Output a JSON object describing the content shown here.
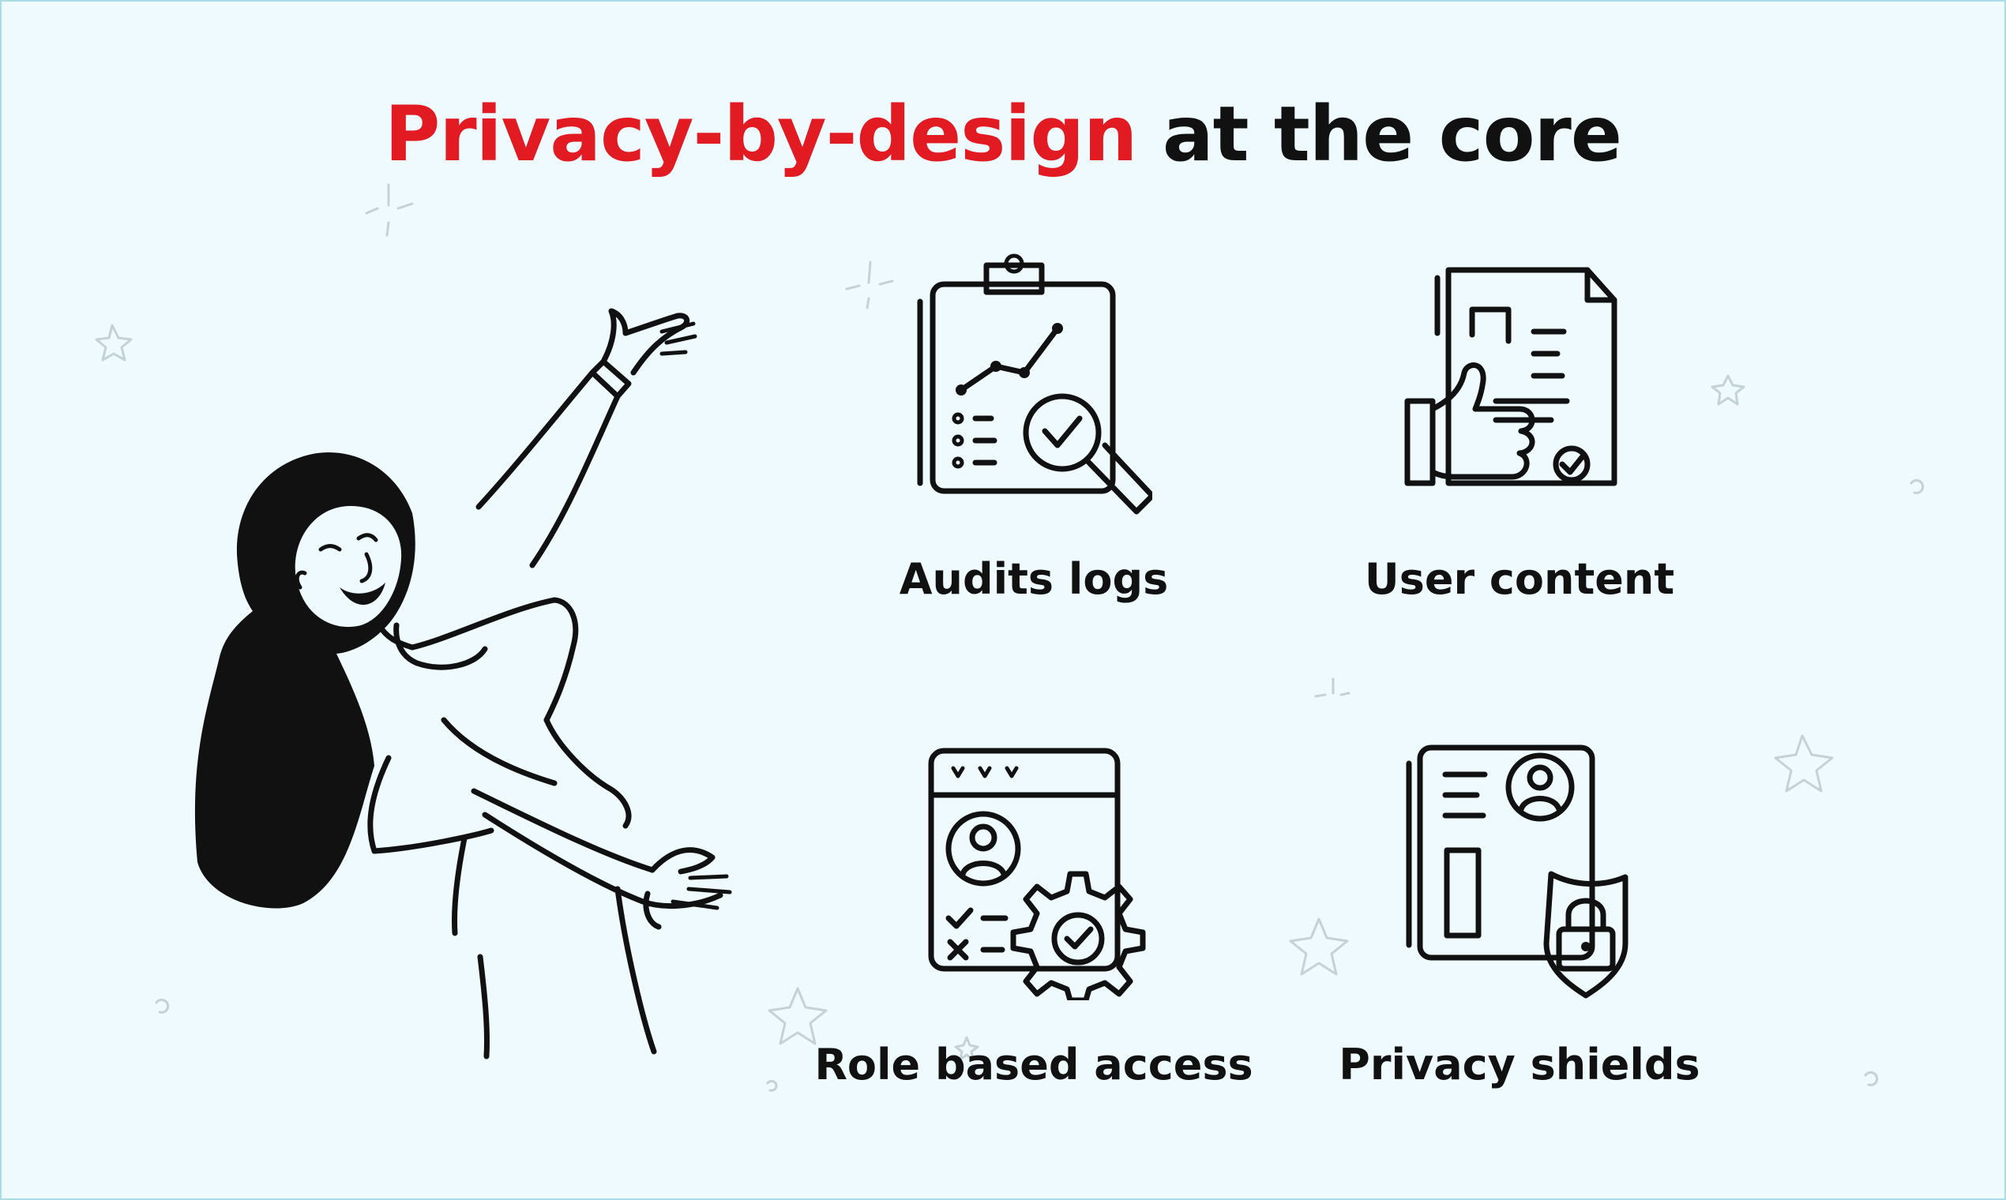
{
  "headline": {
    "accent": "Privacy-by-design",
    "rest": "at the core"
  },
  "colors": {
    "accent": "#e21a22",
    "text": "#111111",
    "background": "#eefafd",
    "border": "#a8dde8"
  },
  "features": [
    {
      "label": "Audits logs",
      "icon": "clipboard-magnifier-icon"
    },
    {
      "label": "User content",
      "icon": "document-thumbs-up-icon"
    },
    {
      "label": "Role based access",
      "icon": "browser-profile-gear-icon"
    },
    {
      "label": "Privacy shields",
      "icon": "id-card-shield-lock-icon"
    }
  ]
}
